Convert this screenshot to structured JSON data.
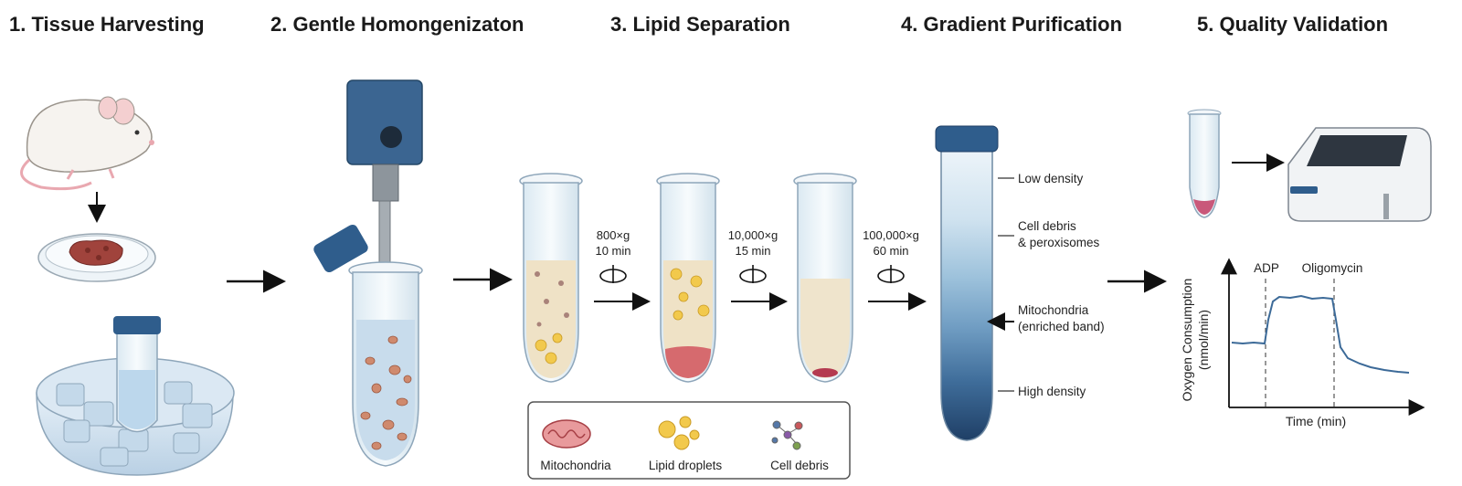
{
  "steps": [
    {
      "title": "1. Tissue Harvesting"
    },
    {
      "title": "2. Gentle Homongenizaton"
    },
    {
      "title": "3. Lipid Separation"
    },
    {
      "title": "4. Gradient Purification"
    },
    {
      "title": "5. Quality Validation"
    }
  ],
  "spins": [
    {
      "speed": "800×g",
      "time": "10 min"
    },
    {
      "speed": "10,000×g",
      "time": "15 min"
    },
    {
      "speed": "100,000×g",
      "time": "60 min"
    }
  ],
  "legend": {
    "mito": "Mitochondria",
    "lipid": "Lipid droplets",
    "debris": "Cell debris"
  },
  "gradient_labels": {
    "low": "Low density",
    "debris_line1": "Cell debris",
    "debris_line2": "& peroxisomes",
    "mito_line1": "Mitochondria",
    "mito_line2": "(enriched band)",
    "high": "High density"
  },
  "graph": {
    "ylabel_line1": "Oxygen Consumption",
    "ylabel_line2": "(nmol/min)",
    "xlabel": "Time (min)",
    "ann_adp": "ADP",
    "ann_oligo": "Oligomycin"
  },
  "colors": {
    "tube_cap": "#2f5d8c",
    "lipid": "#f2c94c",
    "mito": "#c9585b",
    "gradient_dark": "#1f3f66"
  }
}
